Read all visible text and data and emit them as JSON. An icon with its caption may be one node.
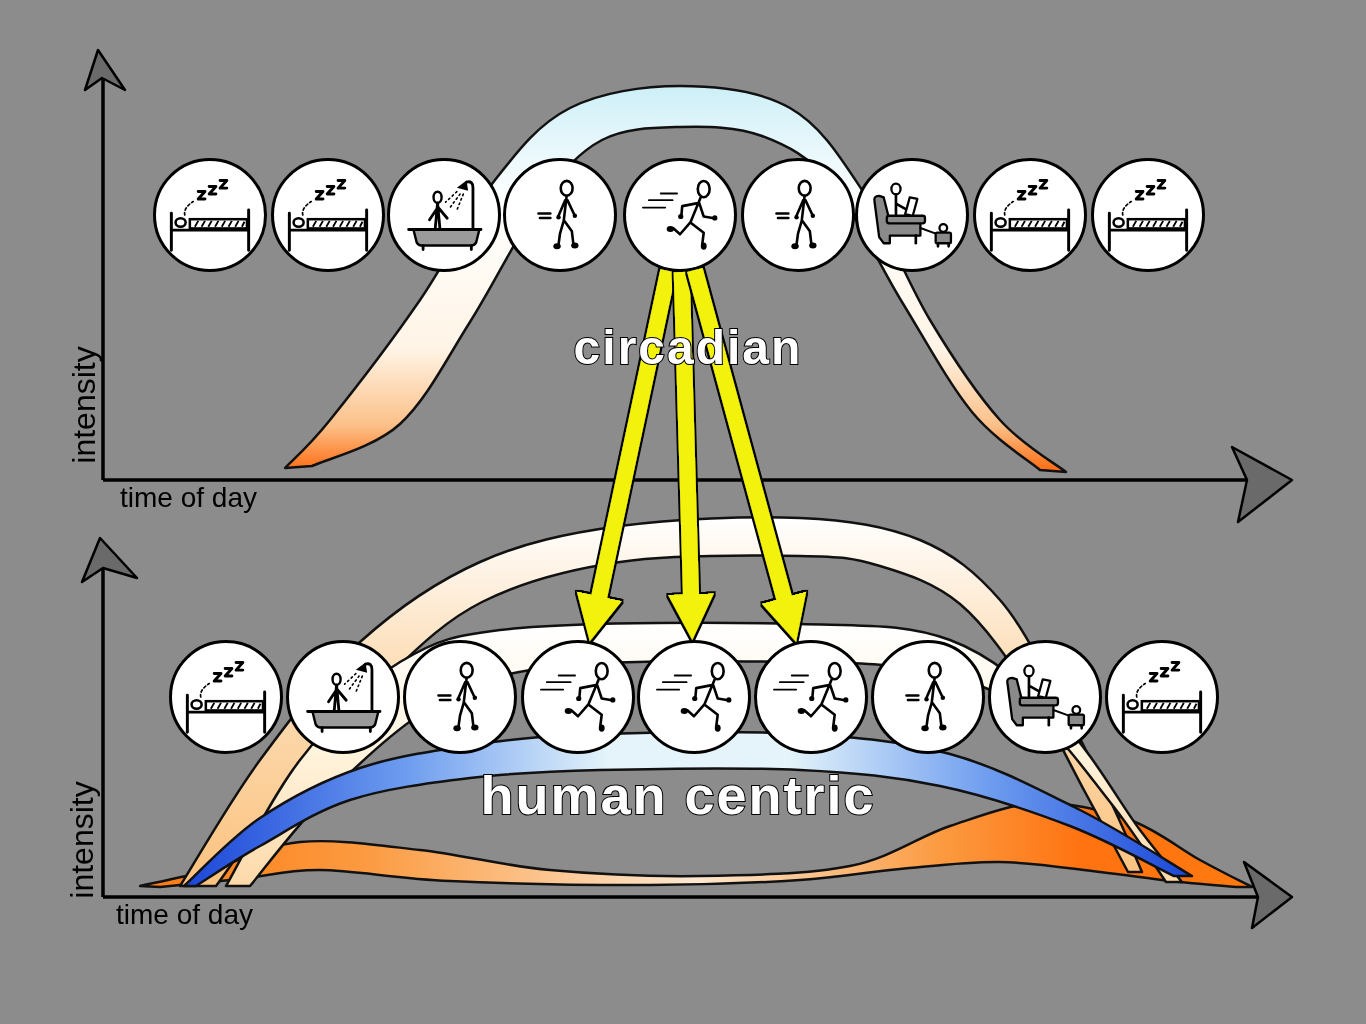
{
  "diagram": {
    "nodes": [
      {
        "text": [],
        "shape": "picture"
      },
      {
        "text": [],
        "shape": "picture"
      },
      {
        "text": [],
        "shape": "picture"
      },
      {
        "text": [],
        "shape": "picture"
      },
      {
        "text": [],
        "shape": "picture"
      },
      {
        "text": [],
        "shape": "picture"
      },
      {
        "text": [],
        "shape": "picture"
      },
      {
        "text": [],
        "shape": "picture"
      },
      {
        "text": [],
        "shape": "picture"
      },
      {
        "text": [],
        "shape": "picture"
      },
      {
        "text": [],
        "shape": "picture"
      },
      {
        "text": [],
        "shape": "picture"
      },
      {
        "text": [],
        "shape": "picture"
      },
      {
        "text": [],
        "shape": "picture"
      },
      {
        "text": [],
        "shape": "picture"
      },
      {
        "text": [],
        "shape": "picture"
      },
      {
        "text": [],
        "shape": "picture"
      },
      {
        "text": [],
        "shape": "picture"
      }
    ],
    "edges": [
      {
        "from": 4,
        "to": 12,
        "arrow": "to"
      },
      {
        "from": 4,
        "to": 13,
        "arrow": "to"
      },
      {
        "from": 4,
        "to": 14,
        "arrow": "to"
      }
    ],
    "labels": [
      "intensity",
      "circadian",
      "time of day",
      "intensity",
      "human centric",
      "time of day"
    ]
  }
}
